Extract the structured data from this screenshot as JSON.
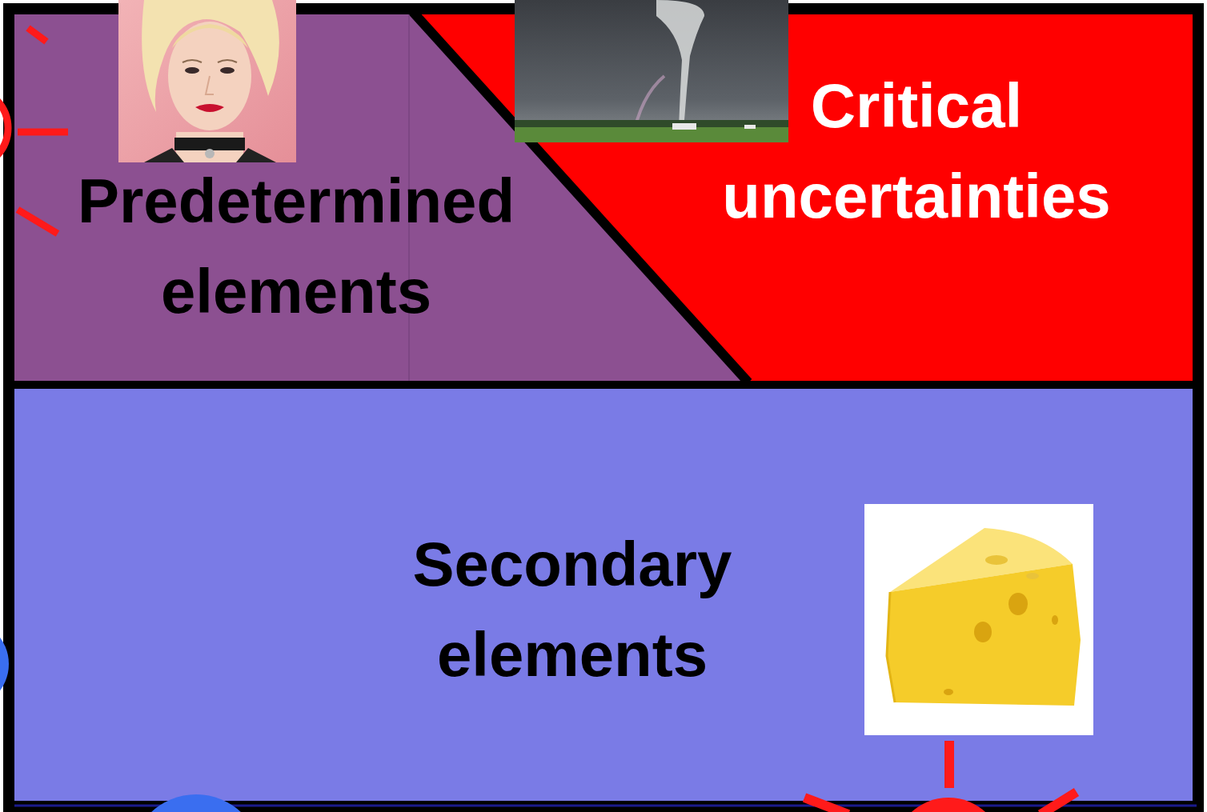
{
  "diagram": {
    "nodes": [
      {
        "text": [
          "Predetermined elements"
        ]
      },
      {
        "text": [
          "Critical uncertainties"
        ]
      },
      {
        "text": [
          "Secondary elements"
        ]
      }
    ]
  }
}
